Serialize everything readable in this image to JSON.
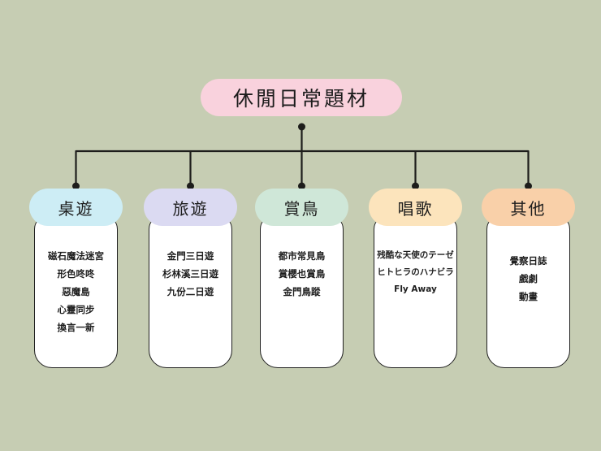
{
  "title": "休閒日常題材",
  "colors": {
    "background": "#c6cdb3",
    "title_bg": "#f9d2dd",
    "connector": "#1d1d1b",
    "card_bg": "#ffffff",
    "card_border": "#202020",
    "item_text": "#1f1f1f"
  },
  "branches": [
    {
      "label": "桌遊",
      "header_color": "#cdedf5",
      "items": [
        "磁石魔法迷宮",
        "形色咚咚",
        "惡魔島",
        "心靈同步",
        "換言一新"
      ]
    },
    {
      "label": "旅遊",
      "header_color": "#dbdaf2",
      "items": [
        "金門三日遊",
        "杉林溪三日遊",
        "九份二日遊"
      ]
    },
    {
      "label": "賞鳥",
      "header_color": "#cfe7d8",
      "items": [
        "都市常見鳥",
        "賞櫻也賞鳥",
        "金門鳥蹤"
      ]
    },
    {
      "label": "唱歌",
      "header_color": "#fce4bc",
      "items": [
        "残酷な天使のテーゼ",
        "ヒトヒラのハナビラ",
        "Fly Away"
      ]
    },
    {
      "label": "其他",
      "header_color": "#f9d0a9",
      "items": [
        "覺察日誌",
        "戲劇",
        "動畫"
      ]
    }
  ]
}
